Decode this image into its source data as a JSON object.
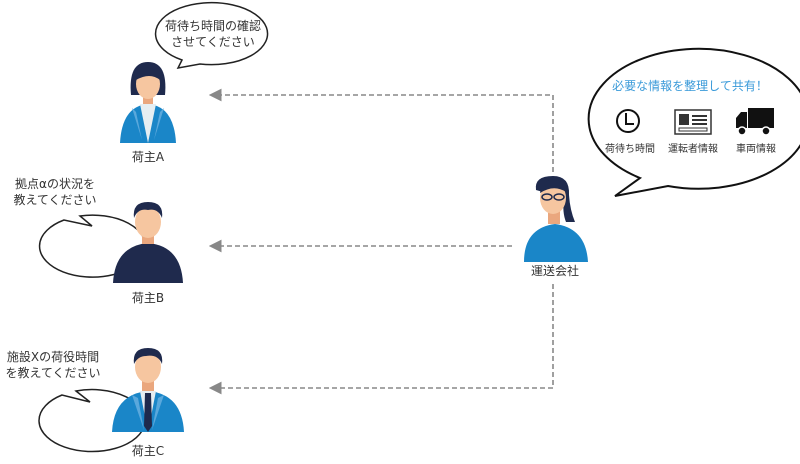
{
  "shippers": [
    {
      "label": "荷主A",
      "bubble": [
        "荷待ち時間の確認",
        "させてください"
      ]
    },
    {
      "label": "荷主B",
      "bubble": [
        "拠点αの状況を",
        "教えてください"
      ]
    },
    {
      "label": "荷主C",
      "bubble": [
        "施設Xの荷役時間",
        "を教えてください"
      ]
    }
  ],
  "carrier": {
    "label": "運送会社",
    "bubble_title": "必要な情報を整理して共有！",
    "items": [
      {
        "label": "荷待ち時間",
        "icon": "clock-icon"
      },
      {
        "label": "運転者情報",
        "icon": "id-card-icon"
      },
      {
        "label": "車両情報",
        "icon": "truck-icon"
      }
    ]
  },
  "colors": {
    "accent": "#3a9ad9",
    "navy": "#1f2a4d",
    "blue": "#1a86c8",
    "light_blue": "#5aa8dc",
    "skin": "#f6c6a0",
    "arrow": "#888888"
  }
}
